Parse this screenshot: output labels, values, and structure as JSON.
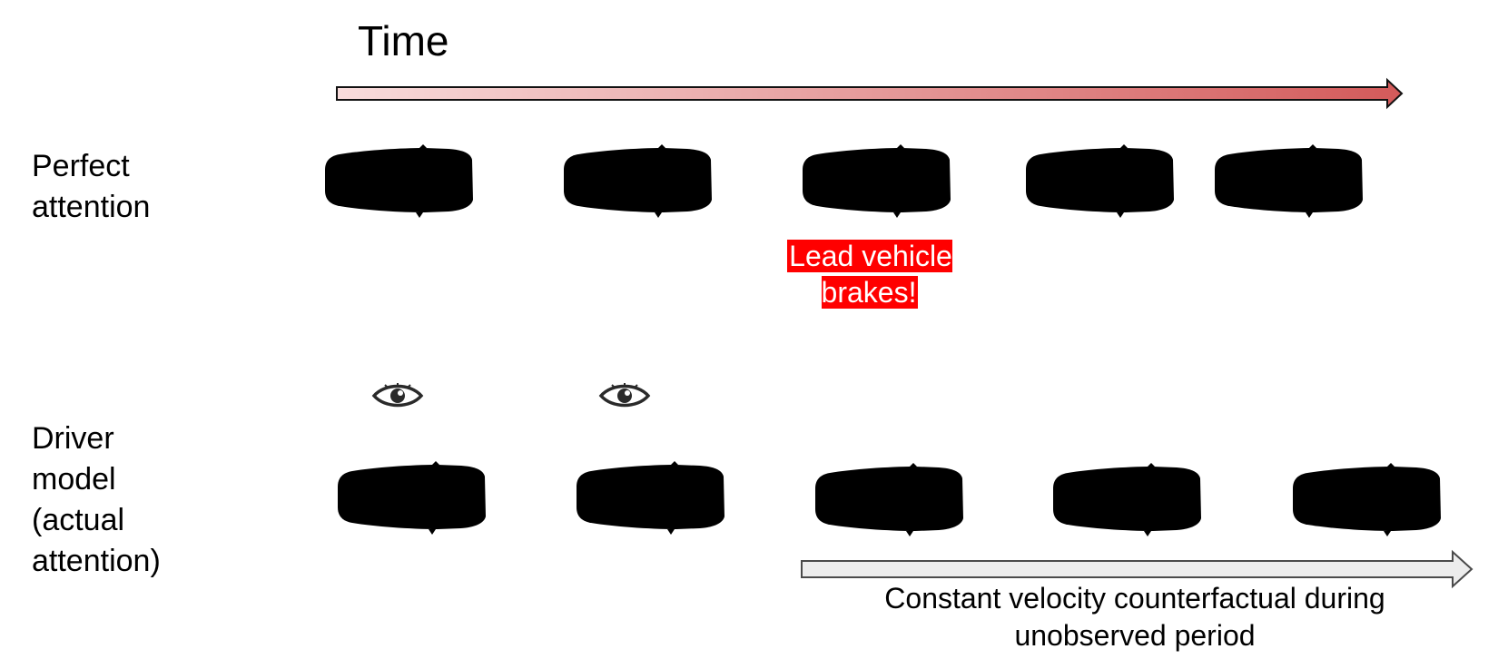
{
  "labels": {
    "time": "Time",
    "perfect_attention": "Perfect attention",
    "driver_model": "Driver model (actual attention)",
    "alert": "Lead vehicle brakes!",
    "counterfactual": "Constant velocity counterfactual during unobserved period"
  },
  "colors": {
    "car_body": "#3478f0",
    "car_outline": "#1a3f8a",
    "car_glass": "#262c3a",
    "car_ghost_body": "#aac6f5",
    "car_ghost_glass": "#b5b5b8",
    "alert_bg": "#ff0000",
    "time_arrow_start": "#f8dcdc",
    "time_arrow_end": "#d35a5a",
    "counterfactual_arrow": "#ececec"
  },
  "icons": {
    "attention": "eye-icon",
    "vehicle": "car-top-view-icon"
  }
}
